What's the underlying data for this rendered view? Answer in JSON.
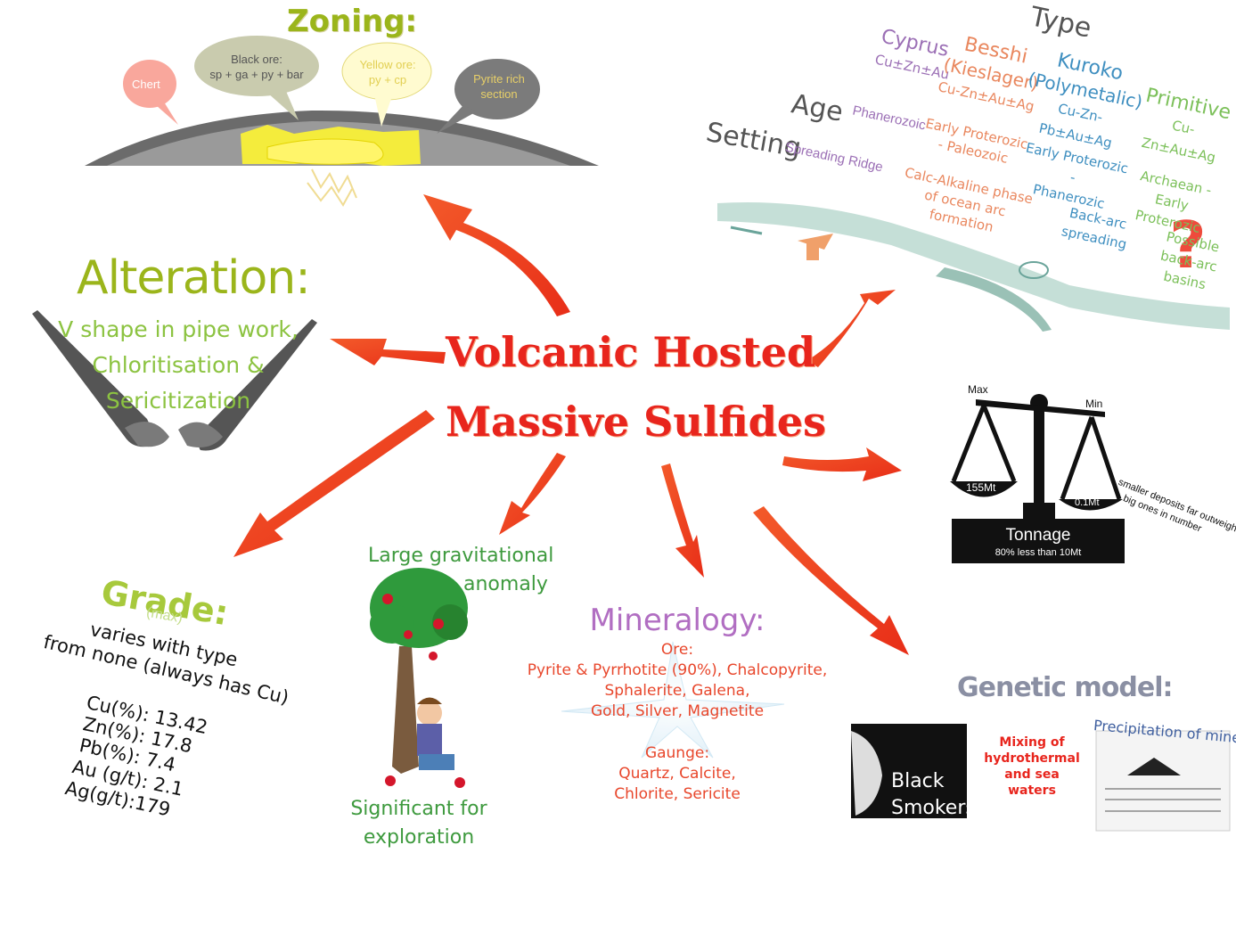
{
  "center": {
    "line1": "Volcanic Hosted",
    "line2": "Massive Sulfides"
  },
  "zoning": {
    "title": "Zoning:",
    "chert": "Chert",
    "black_ore_1": "Black ore:",
    "black_ore_2": "sp + ga + py + bar",
    "yellow_ore_1": "Yellow ore:",
    "yellow_ore_2": "py + cp",
    "pyrite_1": "Pyrite rich",
    "pyrite_2": "section"
  },
  "alteration": {
    "title": "Alteration:",
    "line1": "V shape in pipe work,",
    "line2": "Chloritisation &",
    "line3": "Sericitization"
  },
  "type_table": {
    "type_head": "Type",
    "age_head": "Age",
    "setting_head": "Setting",
    "cyprus": {
      "name": "Cyprus",
      "metals": "Cu±Zn±Au",
      "age": "Phanerozoic",
      "setting": "Spreading Ridge"
    },
    "besshi": {
      "name": "Besshi",
      "alt": "(Kieslager)",
      "metals": "Cu-Zn±Au±Ag",
      "age1": "Early Proterozic",
      "age2": "- Paleozoic",
      "setting1": "Calc-Alkaline phase",
      "setting2": "of ocean arc formation"
    },
    "kuroko": {
      "name": "Kuroko",
      "alt": "(Polymetalic)",
      "metals": "Cu-Zn-Pb±Au±Ag",
      "age1": "Early Proterozic -",
      "age2": "Phanerozic",
      "setting1": "Back-arc",
      "setting2": "spreading"
    },
    "primitive": {
      "name": "Primitive",
      "metals": "Cu-Zn±Au±Ag",
      "age1": "Archaean - Early",
      "age2": "Proterozic",
      "setting1": "Possible back-arc",
      "setting2": "basins"
    },
    "question": "?"
  },
  "tonnage": {
    "max": "Max",
    "min": "Min",
    "left_pan": "155Mt",
    "right_pan": "0.1Mt",
    "label": "Tonnage",
    "sub": "80% less than 10Mt",
    "note1": "smaller deposits far outweigh",
    "note2": "big ones in number"
  },
  "grade": {
    "title": "Grade:",
    "max": "(max)",
    "line1": "varies with type",
    "line2": "from none (always has Cu)",
    "cu": "Cu(%): 13.42",
    "zn": "Zn(%): 17.8",
    "pb": "Pb(%):  7.4",
    "au": "Au (g/t): 2.1",
    "ag": "Ag(g/t):179"
  },
  "gravity": {
    "line1": "Large gravitational",
    "line2": "anomaly",
    "bottom1": "Significant for",
    "bottom2": "exploration"
  },
  "mineralogy": {
    "title": "Mineralogy:",
    "ore_head": "Ore:",
    "ore1": "Pyrite & Pyrrhotite (90%), Chalcopyrite,",
    "ore2": "Sphalerite, Galena,",
    "ore3": "Gold, Silver, Magnetite",
    "gangue_head": "Gaunge:",
    "g1": "Quartz, Calcite,",
    "g2": "Chlorite, Sericite"
  },
  "genetic": {
    "title": "Genetic model:",
    "black1": "Black",
    "black2": "Smokers",
    "mix1": "Mixing of",
    "mix2": "hydrothermal",
    "mix3": "and sea waters",
    "precip": "Precipitation of minerals"
  },
  "colors": {
    "arrow": "#ee3b1f",
    "title_red": "#e8251d",
    "green": "#a7c93c",
    "purple": "#9b6fb5",
    "orange": "#e9875e",
    "blue": "#3f8fc0",
    "green2": "#7cc05a"
  }
}
